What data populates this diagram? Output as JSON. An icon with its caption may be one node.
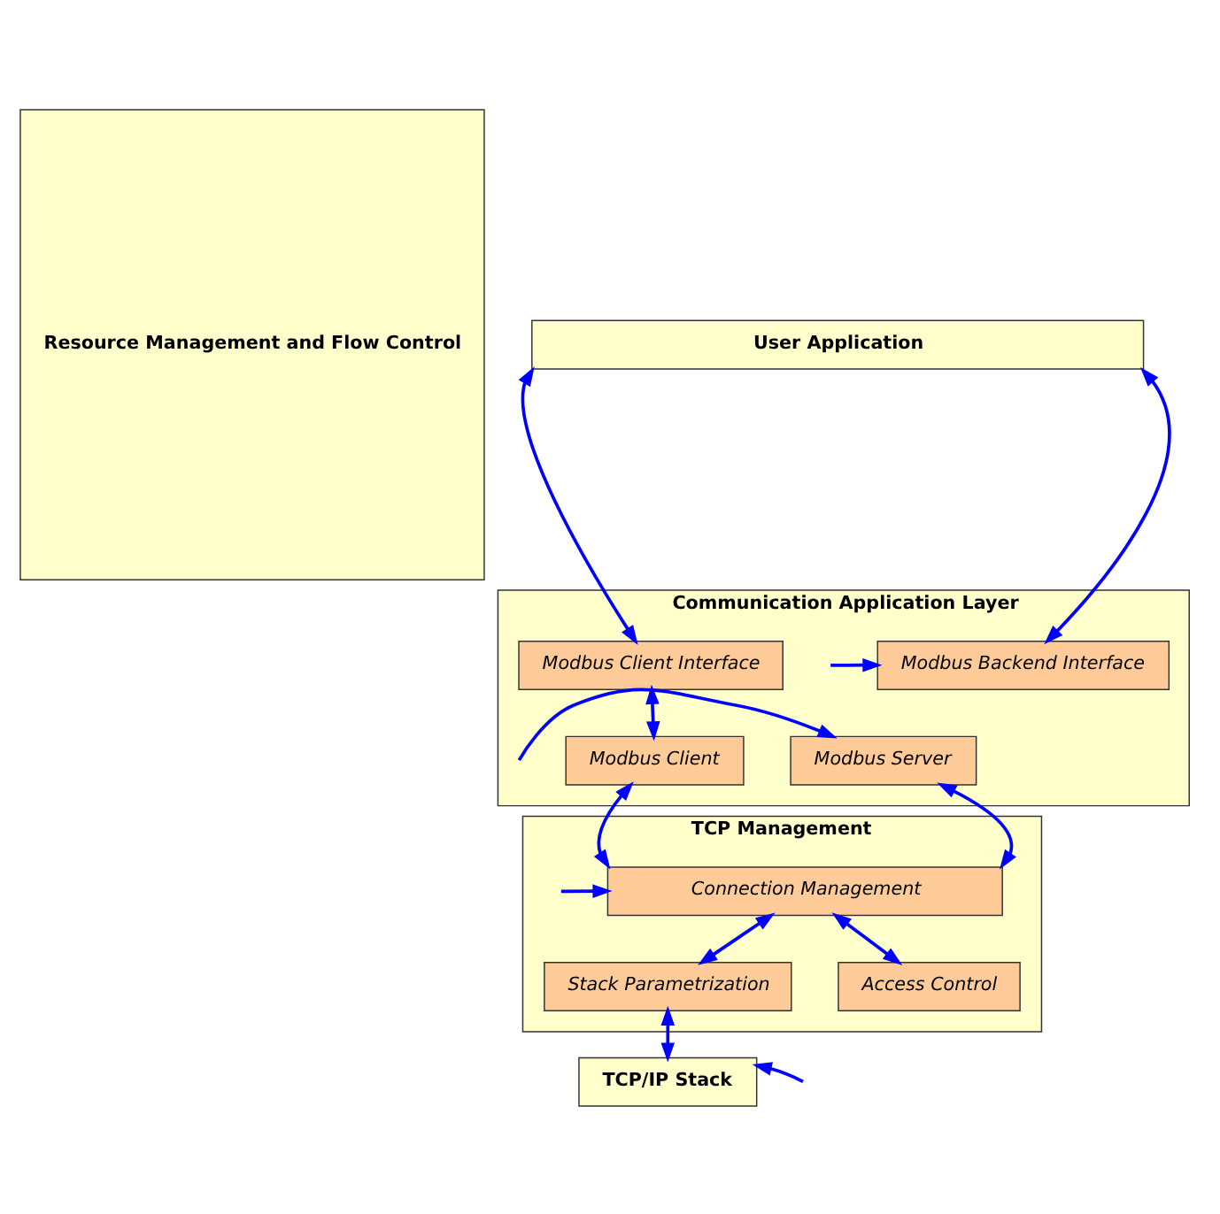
{
  "diagram": {
    "nodes": [
      {
        "text": [
          "Resource Management and Flow Control"
        ]
      },
      {
        "text": [
          "User Application"
        ]
      },
      {
        "text": [
          "Communication Application Layer"
        ]
      },
      {
        "text": [
          "Modbus Client Interface"
        ],
        "in": 2
      },
      {
        "text": [
          "Modbus Backend Interface"
        ],
        "in": 2
      },
      {
        "text": [
          "Modbus Client"
        ],
        "in": 2
      },
      {
        "text": [
          "Modbus Server"
        ],
        "in": 2
      },
      {
        "text": [
          "TCP Management"
        ]
      },
      {
        "text": [
          "Connection Management"
        ],
        "in": 7
      },
      {
        "text": [
          "Stack Parametrization"
        ],
        "in": 7
      },
      {
        "text": [
          "Access Control"
        ],
        "in": 7
      },
      {
        "text": [
          "TCP/IP Stack"
        ]
      }
    ],
    "edges": [
      {
        "from": 1,
        "to": 3,
        "arrow": "both"
      },
      {
        "from": 1,
        "to": 4,
        "arrow": "both"
      },
      {
        "from": 3,
        "to": 5,
        "arrow": "both"
      },
      {
        "from": null,
        "to": 4,
        "arrow": "to"
      },
      {
        "from": null,
        "to": 6,
        "arrow": "to"
      },
      {
        "from": 5,
        "to": 8,
        "arrow": "both"
      },
      {
        "from": 6,
        "to": 8,
        "arrow": "both"
      },
      {
        "from": null,
        "to": 8,
        "arrow": "to"
      },
      {
        "from": 8,
        "to": 9,
        "arrow": "both"
      },
      {
        "from": 8,
        "to": 10,
        "arrow": "both"
      },
      {
        "from": 9,
        "to": 11,
        "arrow": "both"
      },
      {
        "from": null,
        "to": 11,
        "arrow": "to"
      }
    ]
  }
}
